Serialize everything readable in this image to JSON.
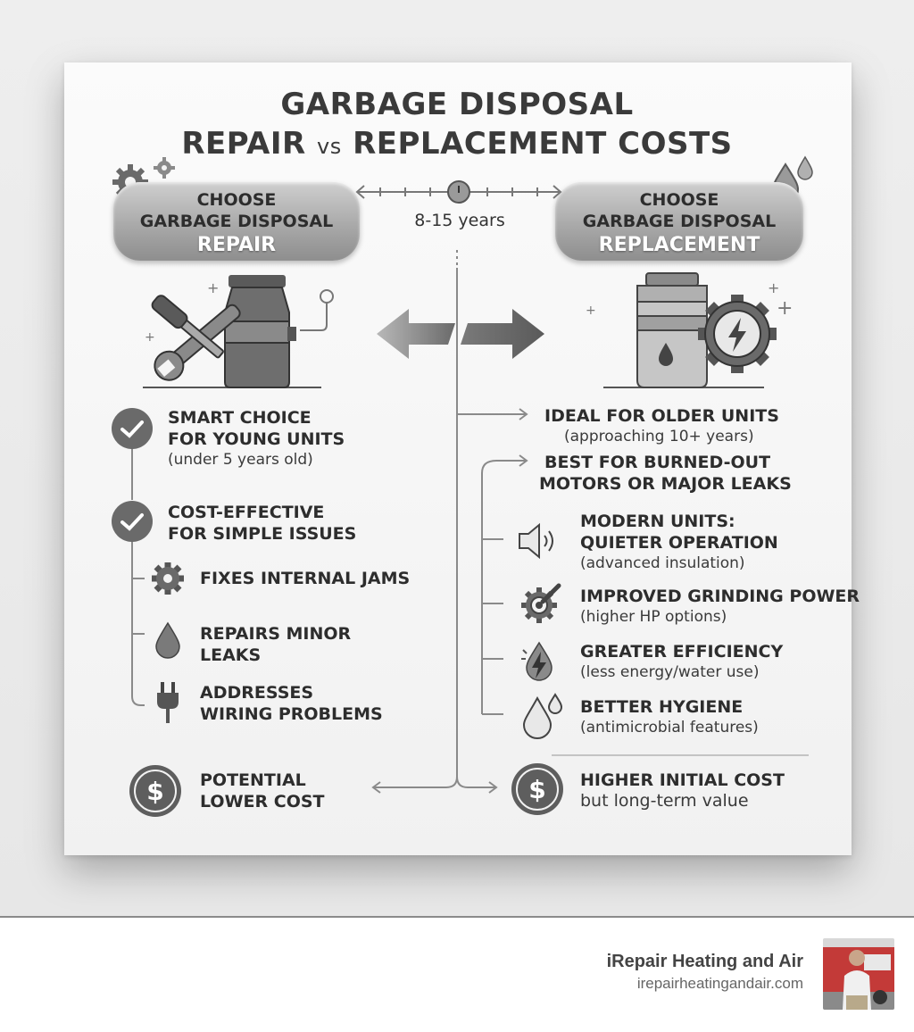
{
  "title": {
    "line1": "GARBAGE DISPOSAL",
    "line2_a": "REPAIR",
    "line2_vs": "vs",
    "line2_b": "REPLACEMENT COSTS"
  },
  "timeline": {
    "label": "8-15 years"
  },
  "repair": {
    "pill": {
      "l1": "CHOOSE",
      "l2": "GARBAGE DISPOSAL",
      "l3": "REPAIR"
    },
    "items": [
      {
        "h1": "SMART CHOICE",
        "h2": "FOR YOUNG UNITS",
        "s": "(under 5 years old)"
      },
      {
        "h1": "COST-EFFECTIVE",
        "h2": "FOR SIMPLE ISSUES"
      }
    ],
    "subitems": [
      {
        "h1": "FIXES INTERNAL JAMS"
      },
      {
        "h1": "REPAIRS MINOR",
        "h2": "LEAKS"
      },
      {
        "h1": "ADDRESSES",
        "h2": "WIRING PROBLEMS"
      }
    ],
    "cost": {
      "h1": "POTENTIAL",
      "h2": "LOWER COST"
    }
  },
  "replacement": {
    "pill": {
      "l1": "CHOOSE",
      "l2": "GARBAGE DISPOSAL",
      "l3": "REPLACEMENT"
    },
    "items": [
      {
        "h1": "IDEAL FOR OLDER UNITS",
        "s": "(approaching 10+ years)"
      },
      {
        "h1": "BEST FOR BURNED-OUT",
        "h2": "MOTORS OR MAJOR LEAKS"
      }
    ],
    "subitems": [
      {
        "h1": "MODERN UNITS:",
        "h2": "QUIETER OPERATION",
        "s": "(advanced insulation)"
      },
      {
        "h1": "IMPROVED GRINDING POWER",
        "s": "(higher HP options)"
      },
      {
        "h1": "GREATER EFFICIENCY",
        "s": "(less energy/water use)"
      },
      {
        "h1": "BETTER HYGIENE",
        "s": "(antimicrobial features)"
      }
    ],
    "cost": {
      "h1": "HIGHER INITIAL COST",
      "s": "but long-term value"
    }
  },
  "footer": {
    "name": "iRepair Heating and Air",
    "url": "irepairheatingandair.com"
  },
  "icons": [
    "gear-icon",
    "water-drop-icon",
    "wrench-icon",
    "screwdriver-icon",
    "disposal-unit-icon",
    "lightning-gear-icon",
    "check-icon",
    "speaker-icon",
    "plug-icon",
    "dollar-icon"
  ]
}
